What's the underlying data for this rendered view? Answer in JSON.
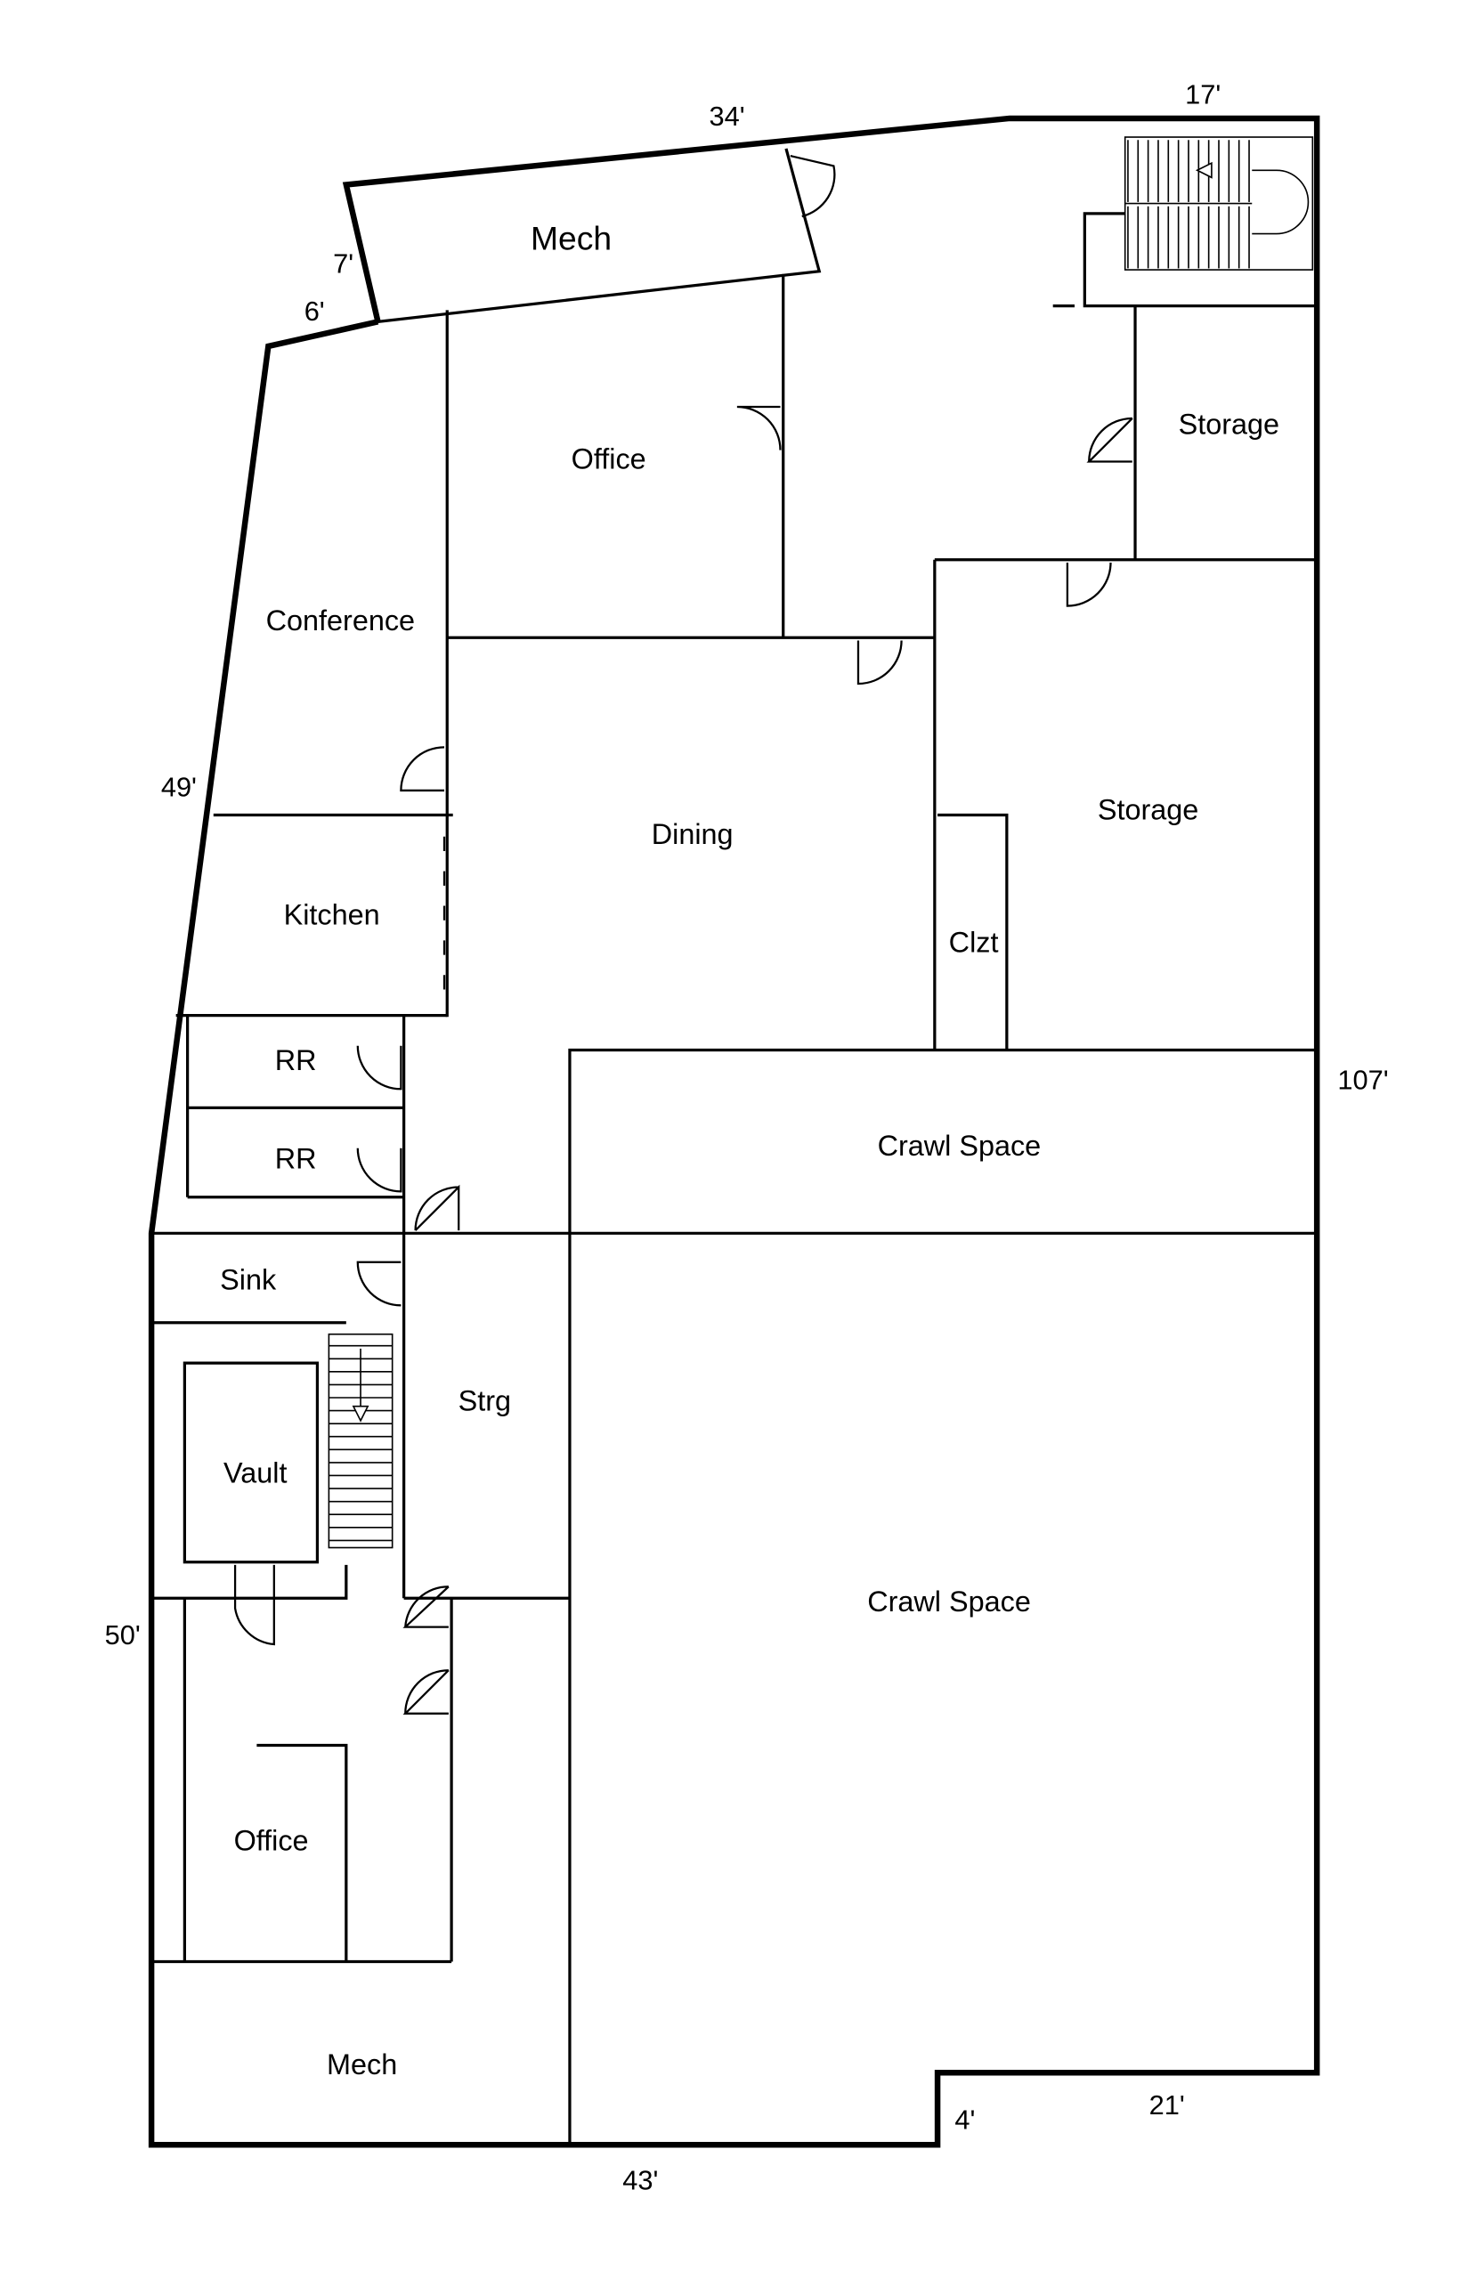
{
  "rooms": {
    "mech_top": "Mech",
    "office_top": "Office",
    "storage_top": "Storage",
    "conference": "Conference",
    "dining": "Dining",
    "storage_mid": "Storage",
    "kitchen": "Kitchen",
    "clzt": "Clzt",
    "rr1": "RR",
    "rr2": "RR",
    "crawl_upper": "Crawl Space",
    "sink": "Sink",
    "strg": "Strg",
    "vault": "Vault",
    "crawl_lower": "Crawl Space",
    "office_bottom": "Office",
    "mech_bottom": "Mech"
  },
  "dimensions": {
    "top_left": "34'",
    "top_right": "17'",
    "mech_side": "7'",
    "jog": "6'",
    "left_upper": "49'",
    "right": "107'",
    "left_lower": "50'",
    "bottom": "43'",
    "notch": "4'",
    "bottom_right": "21'"
  }
}
